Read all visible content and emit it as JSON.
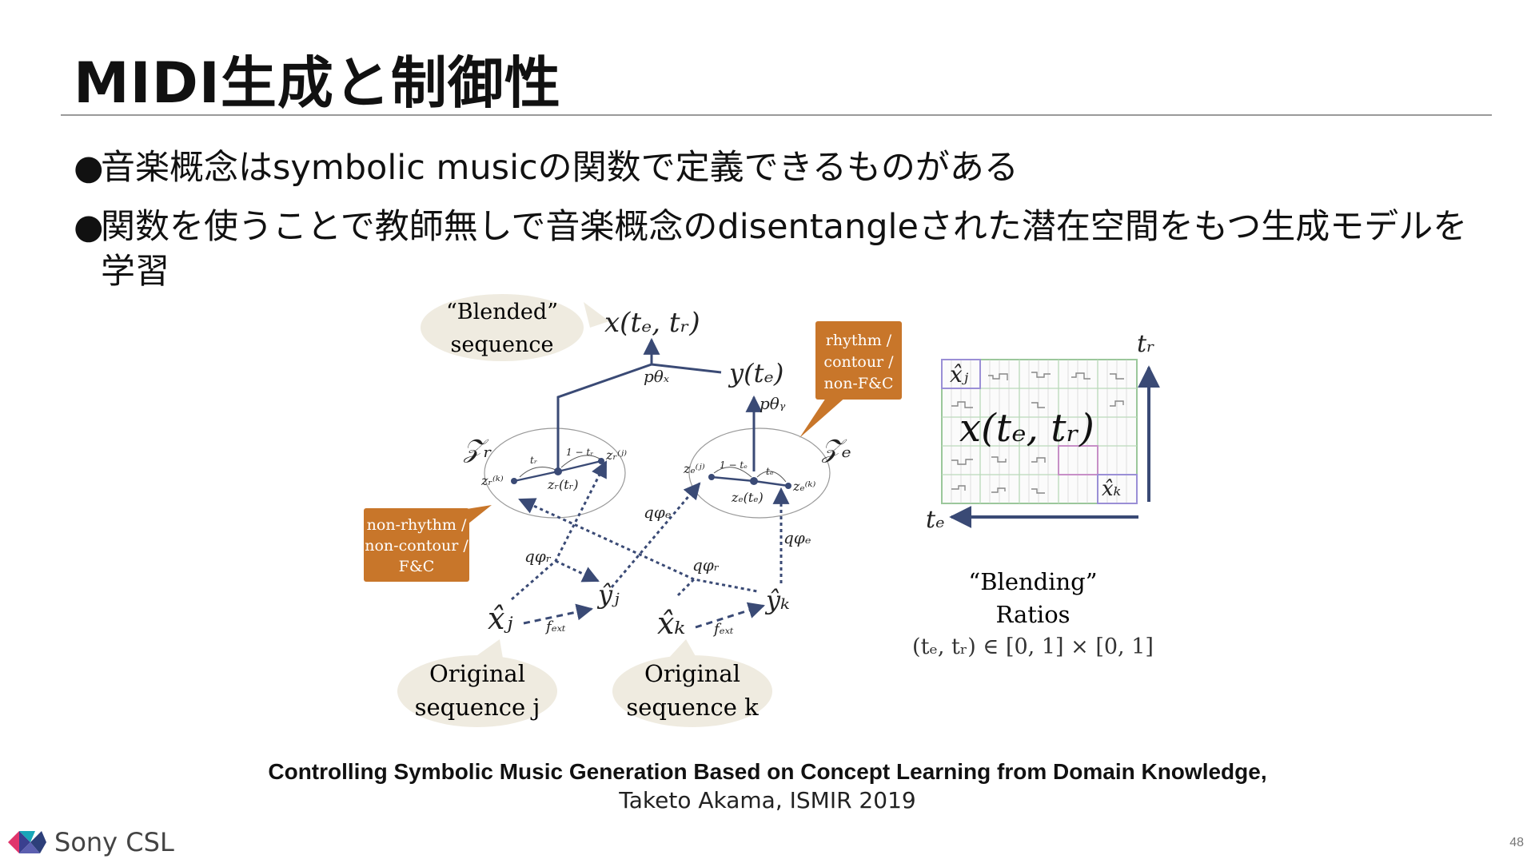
{
  "slide": {
    "title": "MIDI生成と制御性",
    "bullets": [
      "音楽概念はsymbolic musicの関数で定義できるものがある",
      "関数を使うことで教師無しで音楽概念のdisentangleされた潜在空間をもつ生成モデルを学習"
    ],
    "bullet_glyph": "●",
    "page_number": "48"
  },
  "diagram": {
    "bubble_blended": [
      "“Blended”",
      "sequence"
    ],
    "bubble_orig_j": [
      "Original",
      "sequence j"
    ],
    "bubble_orig_k": [
      "Original",
      "sequence k"
    ],
    "label_rhythm": [
      "rhythm /",
      "contour /",
      "non-F&C"
    ],
    "label_nonrhythm": [
      "non-rhythm /",
      "non-contour /",
      "F&C"
    ],
    "math_x": "x(tₑ, tᵣ)",
    "math_y": "y(tₑ)",
    "math_px": "pθₓ",
    "math_py": "pθᵧ",
    "math_Zr": "𝒵ᵣ",
    "math_Ze": "𝒵ₑ",
    "math_zr": "zᵣ(tᵣ)",
    "math_ze": "zₑ(tₑ)",
    "math_zrk": "zᵣ⁽ᵏ⁾",
    "math_zrj": "zᵣ⁽ʲ⁾",
    "math_zej": "zₑ⁽ʲ⁾",
    "math_zek": "zₑ⁽ᵏ⁾",
    "math_tr_small": "tᵣ",
    "math_1tr": "1 − tᵣ",
    "math_1te": "1 − tₑ",
    "math_te_small": "tₑ",
    "math_qpe1": "qφₑ",
    "math_qpe2": "qφₑ",
    "math_qpr1": "qφᵣ",
    "math_qpr2": "qφᵣ",
    "math_xj": "x̂ⱼ",
    "math_yj": "ŷⱼ",
    "math_xk": "x̂ₖ",
    "math_yk": "ŷₖ",
    "math_fext1": "fₑₓₜ",
    "math_fext2": "fₑₓₜ",
    "grid_xj": "x̂ⱼ",
    "grid_xk": "x̂ₖ",
    "grid_x": "x(tₑ, tᵣ)",
    "grid_tr": "tᵣ",
    "grid_te": "tₑ",
    "blending": [
      "“Blending”",
      "Ratios",
      "(tₑ, tᵣ) ∈ [0, 1] × [0, 1]"
    ],
    "colors": {
      "navy": "#3a4a75",
      "orange": "#c8762a",
      "bubble": "#efebe0"
    }
  },
  "citation": {
    "title": "Controlling Symbolic Music Generation Based on Concept Learning from Domain Knowledge,",
    "author": "Taketo Akama, ISMIR 2019"
  },
  "logo": {
    "text": "Sony CSL"
  }
}
